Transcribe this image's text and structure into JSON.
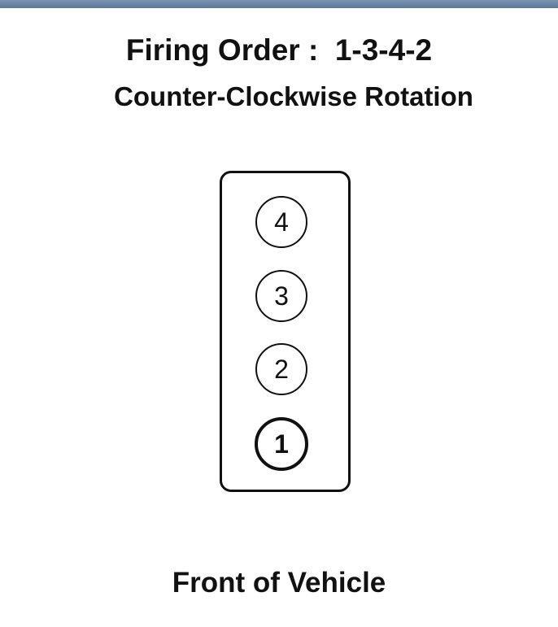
{
  "header": {
    "title": "Firing Order :  1-3-4-2",
    "subtitle": "Counter-Clockwise Rotation"
  },
  "diagram": {
    "cylinders": [
      {
        "label": "4"
      },
      {
        "label": "3"
      },
      {
        "label": "2"
      },
      {
        "label": "1"
      }
    ]
  },
  "footer": {
    "label": "Front of Vehicle"
  },
  "colors": {
    "top_bar": "#6b84a6",
    "ink": "#111111",
    "background": "#ffffff"
  }
}
